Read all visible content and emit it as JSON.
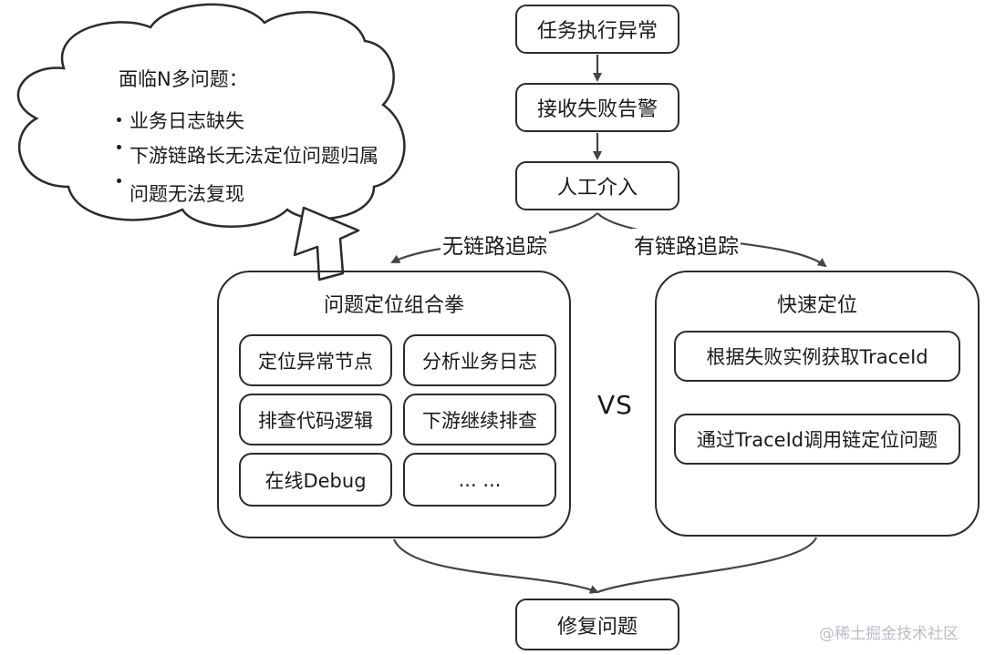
{
  "flow": {
    "step1": "任务执行异常",
    "step2": "接收失败告警",
    "step3": "人工介入",
    "final": "修复问题"
  },
  "branches": {
    "left_label": "无链路追踪",
    "right_label": "有链路追踪"
  },
  "left_group": {
    "title": "问题定位组合拳",
    "items": [
      "定位异常节点",
      "分析业务日志",
      "排查代码逻辑",
      "下游继续排查",
      "在线Debug",
      "... ..."
    ]
  },
  "right_group": {
    "title": "快速定位",
    "items": [
      "根据失败实例获取TraceId",
      "通过TraceId调用链定位问题"
    ]
  },
  "vs_label": "VS",
  "cloud": {
    "heading": "面临N多问题：",
    "points": [
      "业务日志缺失",
      "下游链路长无法定位问题归属",
      "问题无法复现"
    ]
  },
  "watermark": "@稀土掘金技术社区"
}
